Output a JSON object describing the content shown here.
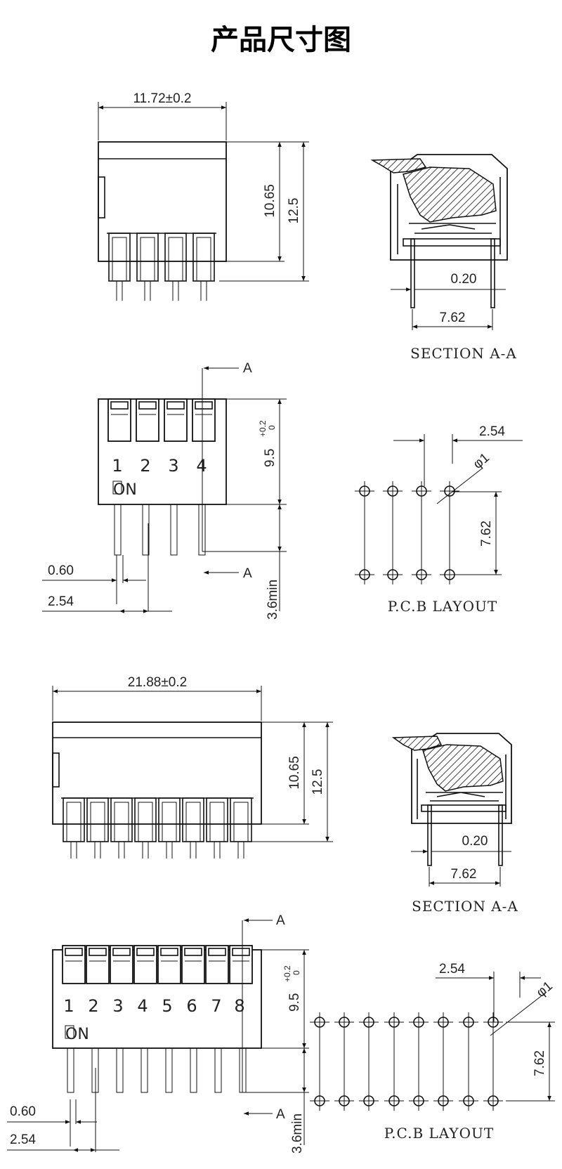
{
  "title": "产品尺寸图",
  "drawing_4pos": {
    "width_dim": "11.72±0.2",
    "height_body": "10.65",
    "height_total": "12.5",
    "section_pitch": "7.62",
    "section_thickness": "0.20",
    "section_label": "SECTION  A-A",
    "top_height": "9.5",
    "tol_plus": "+0.2",
    "tol_zero": "0",
    "pin_length": "3.6min",
    "pin_width": "0.60",
    "pin_pitch": "2.54",
    "position_numbers": [
      "1",
      "2",
      "3",
      "4"
    ],
    "on_label": "ON",
    "section_marker": "A",
    "pcb_pitch": "2.54",
    "pcb_hole": "φ1",
    "pcb_row_spacing": "7.62",
    "pcb_label": "P.C.B LAYOUT"
  },
  "drawing_8pos": {
    "width_dim": "21.88±0.2",
    "height_body": "10.65",
    "height_total": "12.5",
    "section_pitch": "7.62",
    "section_thickness": "0.20",
    "section_label": "SECTION  A-A",
    "top_height": "9.5",
    "tol_plus": "+0.2",
    "tol_zero": "0",
    "pin_length": "3.6min",
    "pin_width": "0.60",
    "pin_pitch": "2.54",
    "position_numbers": [
      "1",
      "2",
      "3",
      "4",
      "5",
      "6",
      "7",
      "8"
    ],
    "on_label": "ON",
    "section_marker": "A",
    "pcb_pitch": "2.54",
    "pcb_hole": "φ1",
    "pcb_row_spacing": "7.62",
    "pcb_label": "P.C.B LAYOUT"
  }
}
